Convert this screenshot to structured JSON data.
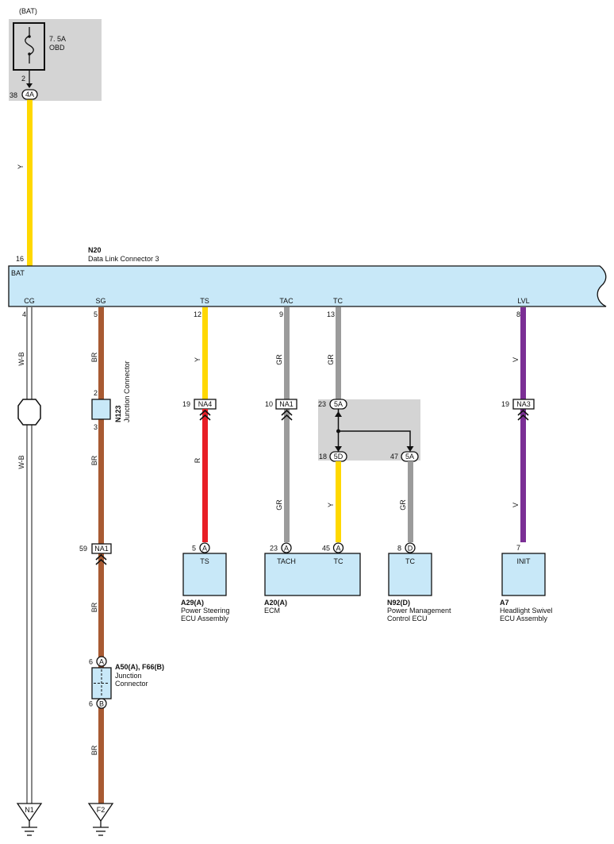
{
  "colors": {
    "Y": "#ffd800",
    "BR": "#a85a32",
    "R": "#e81e25",
    "GR": "#9b9b9b",
    "V": "#7b2f95",
    "connector_fill": "#c8e8f8",
    "shade": "#d4d4d4"
  },
  "fuse": {
    "supply": "(BAT)",
    "rating": "7. 5A",
    "name": "OBD",
    "pin": "2",
    "conn_pin": "38",
    "conn": "4A"
  },
  "wire_colors": {
    "bat": "Y",
    "cg_top": "W-B",
    "cg_bottom": "W-B",
    "sg_1": "BR",
    "sg_2": "BR",
    "sg_3": "BR",
    "sg_4": "BR",
    "ts_top": "Y",
    "ts_bottom": "R",
    "tac_top": "GR",
    "tac_bottom": "GR",
    "tc_top": "GR",
    "tc_bottom": "Y",
    "tc_n92": "GR",
    "lvl_top": "V",
    "lvl_bottom": "V"
  },
  "dlc": {
    "code": "N20",
    "name": "Data Link Connector 3",
    "bat_label": "BAT",
    "bat_pin": "16",
    "terminals": [
      {
        "label": "CG",
        "pin": "4"
      },
      {
        "label": "SG",
        "pin": "5"
      },
      {
        "label": "TS",
        "pin": "12"
      },
      {
        "label": "TAC",
        "pin": "9"
      },
      {
        "label": "TC",
        "pin": "13"
      },
      {
        "label": "LVL",
        "pin": "8"
      }
    ]
  },
  "junction_n123": {
    "code": "N123",
    "name": "Junction Connector",
    "pin_top": "2",
    "pin_bottom": "3"
  },
  "inline_connectors": {
    "na4": {
      "pin": "19",
      "label": "NA4"
    },
    "na1_tac": {
      "pin": "10",
      "label": "NA1"
    },
    "na3": {
      "pin": "19",
      "label": "NA3"
    },
    "na1_sg": {
      "pin": "59",
      "label": "NA1"
    },
    "c5a_top": {
      "pin": "23",
      "label": "5A"
    },
    "c5d": {
      "pin": "18",
      "label": "5D"
    },
    "c5a_right": {
      "pin": "47",
      "label": "5A"
    }
  },
  "ecus": {
    "a29": {
      "code": "A29(A)",
      "name1": "Power Steering",
      "name2": "ECU Assembly",
      "terminal": "TS",
      "pin": "5",
      "conn": "A"
    },
    "a20": {
      "code": "A20(A)",
      "name1": "ECM",
      "t1": "TACH",
      "p1": "23",
      "c1": "A",
      "t2": "TC",
      "p2": "45",
      "c2": "A"
    },
    "n92": {
      "code": "N92(D)",
      "name1": "Power Management",
      "name2": "Control ECU",
      "terminal": "TC",
      "pin": "8",
      "conn": "D"
    },
    "a7": {
      "code": "A7",
      "name1": "Headlight Swivel",
      "name2": "ECU Assembly",
      "terminal": "INIT",
      "pin": "7"
    }
  },
  "junction_a50": {
    "code": "A50(A), F66(B)",
    "name1": "Junction",
    "name2": "Connector",
    "pin_top": "6",
    "conn_top": "A",
    "pin_bottom": "6",
    "conn_bottom": "B"
  },
  "grounds": {
    "g1": "N1",
    "g2": "F2"
  }
}
